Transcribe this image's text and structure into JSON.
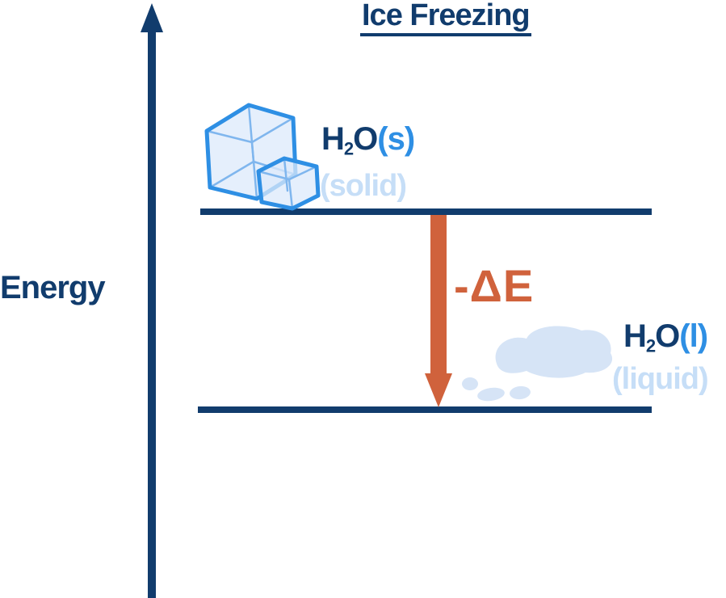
{
  "title": "Ice Freezing",
  "y_axis": {
    "label": "Energy"
  },
  "levels": {
    "solid": {
      "formula": {
        "pre": "H",
        "sub": "2",
        "post": "O",
        "state": "(s)"
      },
      "state_name": "(solid)"
    },
    "liquid": {
      "formula": {
        "pre": "H",
        "sub": "2",
        "post": "O",
        "state": "(l)"
      },
      "state_name": "(liquid)"
    }
  },
  "transition": {
    "label": "-ΔE"
  },
  "icons": {
    "solid": "ice-cubes-icon",
    "liquid": "water-puddle-icon"
  },
  "colors": {
    "navy": "#113C6D",
    "blue": "#2E8FE4",
    "light_blue": "#C6DEF7",
    "pale_fill": "#D6E4F6",
    "orange": "#D0623C"
  }
}
